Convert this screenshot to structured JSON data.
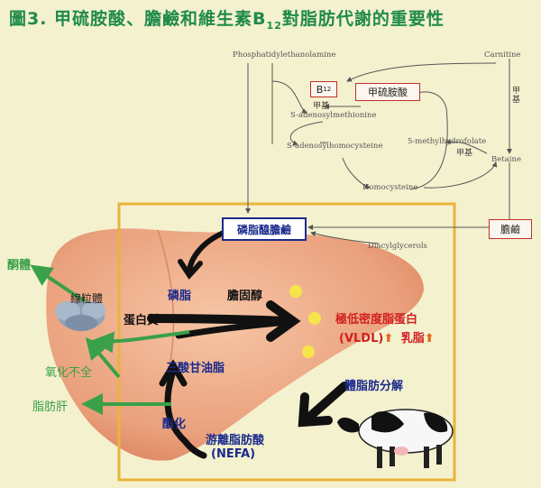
{
  "title": {
    "main": "圖3. 甲硫胺酸、膽鹼和維生素B",
    "sub": "12",
    "tail": "對脂肪代謝的重要性"
  },
  "pathway": {
    "phosphatidylethanolamine": "Phosphatidylethanolamine",
    "carnitine": "Carnitine",
    "b12": "B",
    "b12_sub": "12",
    "methionine": "甲硫胺酸",
    "methyl_1": "甲基",
    "s_adenosylmethionine": "S-adenosylmethionine",
    "s_adenosylhomocysteine": "S-adenosylhomocysteine",
    "methylhydrofolate": "5-methylhydrofolate",
    "methyl_2": "甲基",
    "betaine": "Betaine",
    "methyl_vertical": "甲基",
    "homocysteine": "Homocysteine",
    "choline": "膽鹼",
    "phosphatidylcholine": "磷脂醯膽鹼",
    "diacylglycerols": "Diacylglycerols"
  },
  "liver": {
    "phospholipid": "磷脂",
    "cholesterol": "膽固醇",
    "protein": "蛋白質",
    "triglyceride": "三酸甘油脂",
    "esterification": "酯化",
    "vldl_cn": "極低密度脂蛋白",
    "vldl_en": "(VLDL)",
    "vldl_arrow": "⬆",
    "lactose": "乳脂",
    "lactose_arrow": "⬆",
    "body_fat_breakdown": "體脂肪分解",
    "nefa_cn": "游離脂肪酸",
    "nefa_en": "(NEFA)"
  },
  "side": {
    "ketone": "酮體",
    "mitochondria": "線粒體",
    "incomplete_oxidation": "氧化不全",
    "fatty_liver": "脂肪肝"
  },
  "colors": {
    "title": "#1f8a4a",
    "liver": "#e9a07c",
    "frame": "#e9b43a",
    "red": "#d21f1f",
    "navy": "#1b2a8c",
    "green": "#3aa04a"
  }
}
